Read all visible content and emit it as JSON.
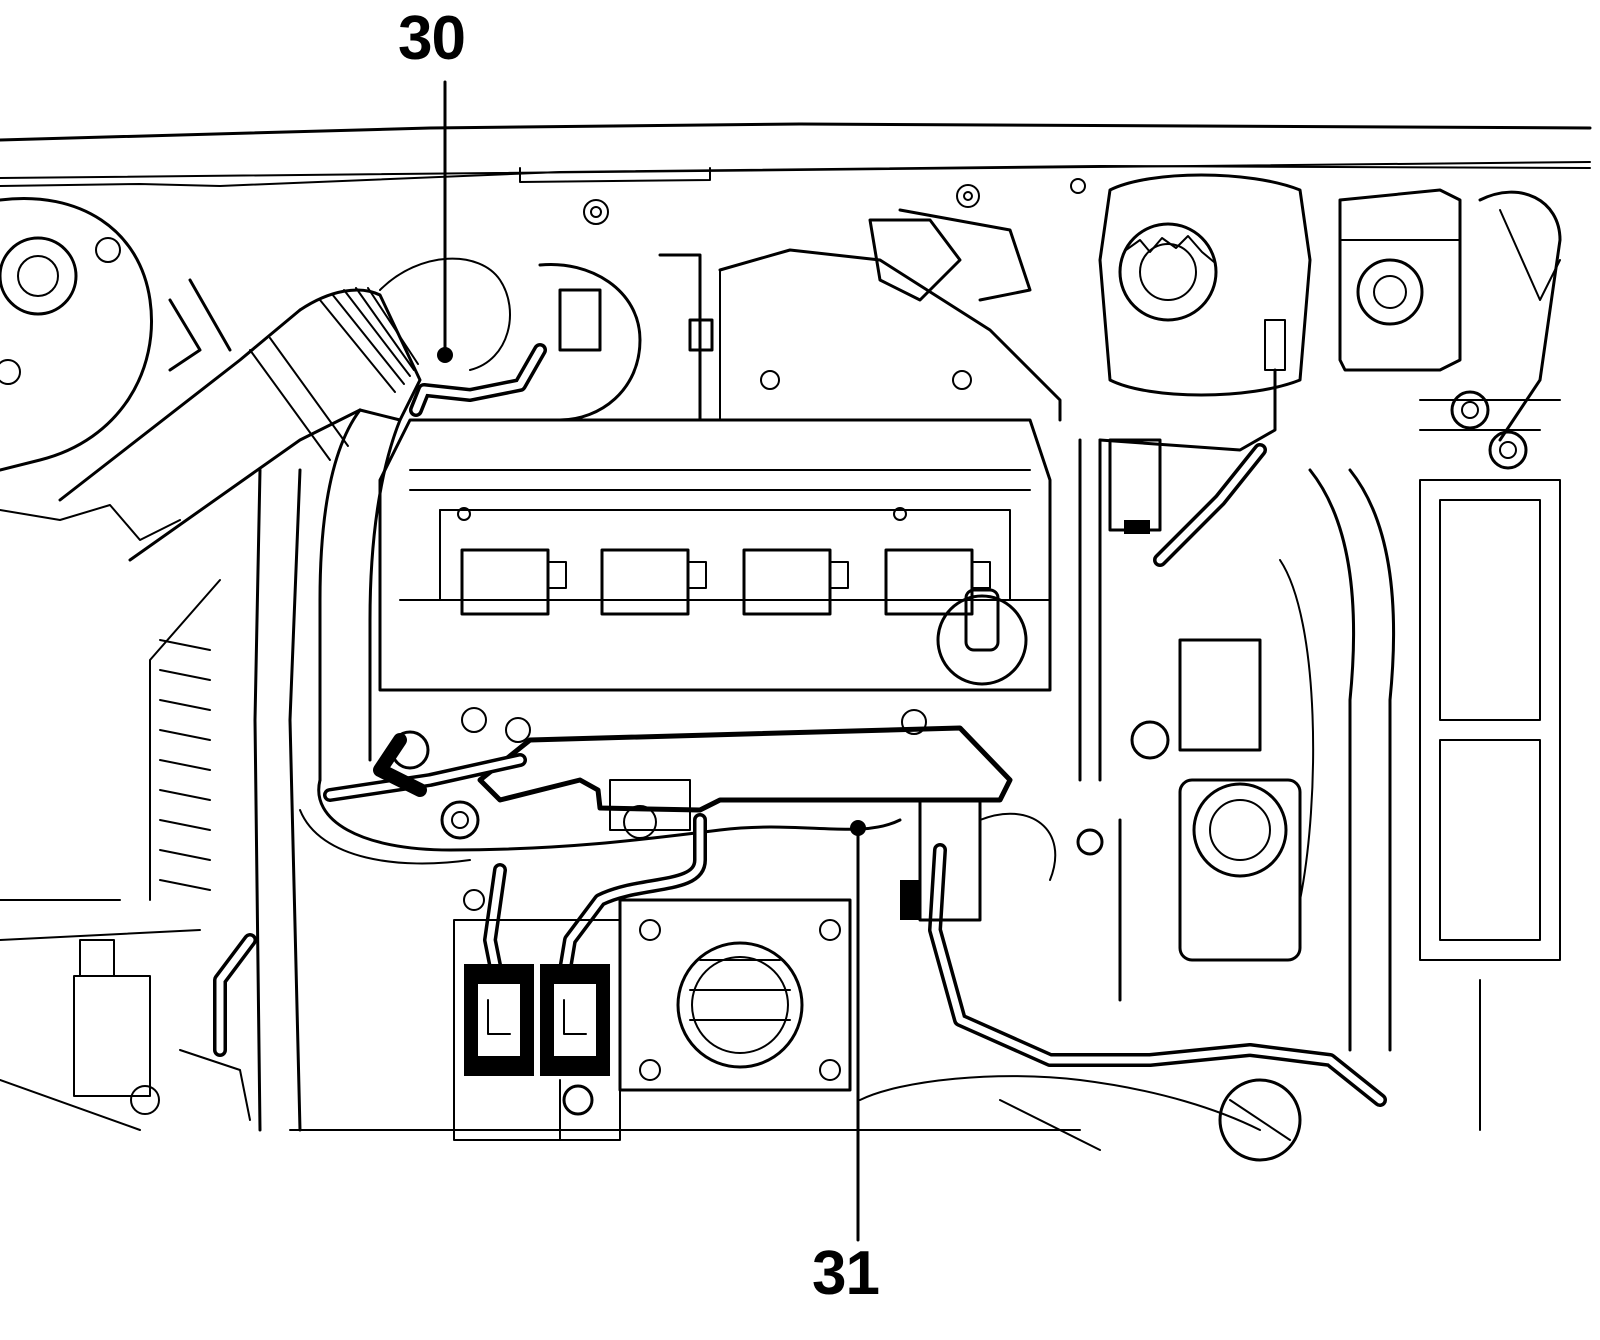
{
  "figure": {
    "type": "line-art engine bay illustration",
    "colors": {
      "ink": "#000000",
      "paper": "#ffffff"
    }
  },
  "callouts": [
    {
      "id": "30",
      "text": "30"
    },
    {
      "id": "31",
      "text": "31"
    }
  ]
}
